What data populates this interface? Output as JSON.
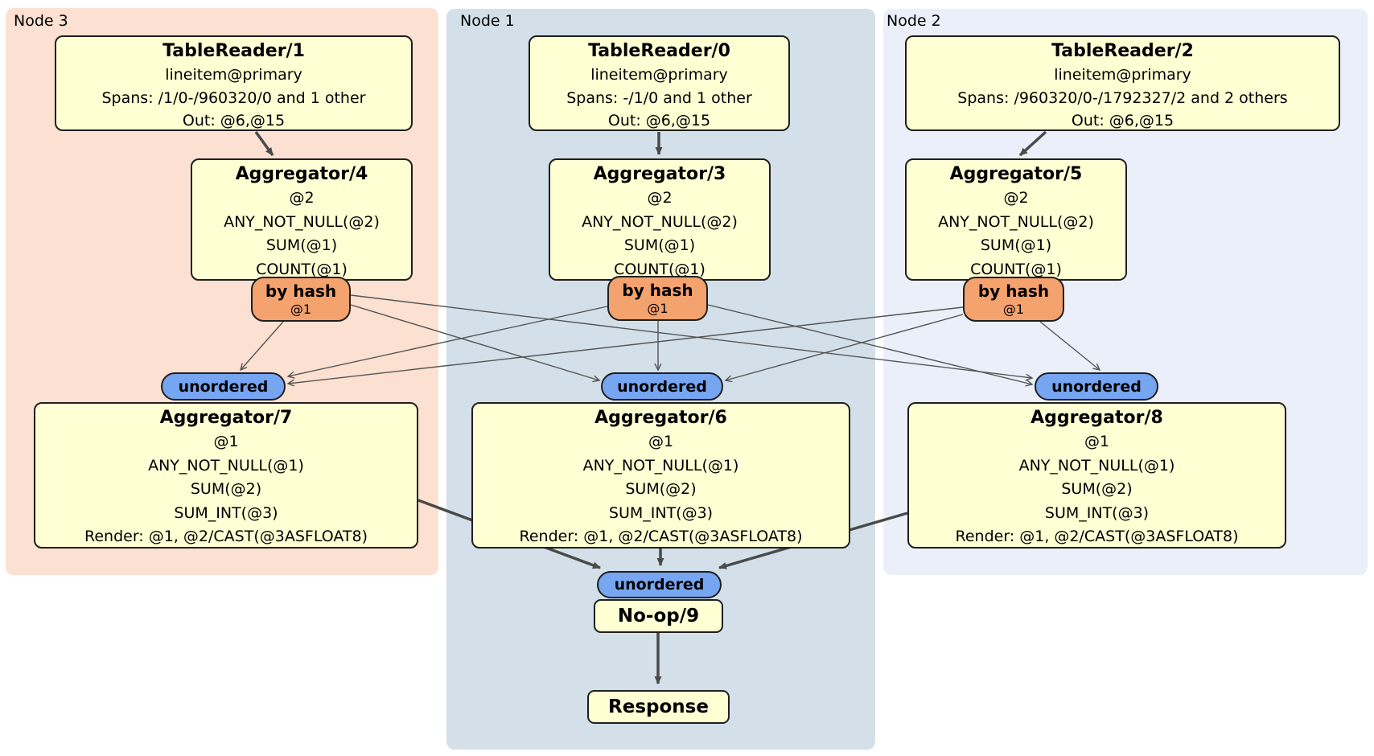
{
  "panels": {
    "node3": {
      "label": "Node 3"
    },
    "node1": {
      "label": "Node 1"
    },
    "node2": {
      "label": "Node 2"
    }
  },
  "nodes": {
    "tr1": {
      "title": "TableReader/1",
      "lines": [
        "lineitem@primary",
        "Spans: /1/0-/960320/0 and 1 other",
        "Out: @6,@15"
      ]
    },
    "tr0": {
      "title": "TableReader/0",
      "lines": [
        "lineitem@primary",
        "Spans: -/1/0 and 1 other",
        "Out: @6,@15"
      ]
    },
    "tr2": {
      "title": "TableReader/2",
      "lines": [
        "lineitem@primary",
        "Spans: /960320/0-/1792327/2 and 2 others",
        "Out: @6,@15"
      ]
    },
    "agg4": {
      "title": "Aggregator/4",
      "lines": [
        "@2",
        "ANY_NOT_NULL(@2)",
        "SUM(@1)",
        "COUNT(@1)"
      ]
    },
    "agg3": {
      "title": "Aggregator/3",
      "lines": [
        "@2",
        "ANY_NOT_NULL(@2)",
        "SUM(@1)",
        "COUNT(@1)"
      ]
    },
    "agg5": {
      "title": "Aggregator/5",
      "lines": [
        "@2",
        "ANY_NOT_NULL(@2)",
        "SUM(@1)",
        "COUNT(@1)"
      ]
    },
    "agg7": {
      "title": "Aggregator/7",
      "lines": [
        "@1",
        "ANY_NOT_NULL(@1)",
        "SUM(@2)",
        "SUM_INT(@3)",
        "Render: @1, @2/CAST(@3ASFLOAT8)"
      ]
    },
    "agg6": {
      "title": "Aggregator/6",
      "lines": [
        "@1",
        "ANY_NOT_NULL(@1)",
        "SUM(@2)",
        "SUM_INT(@3)",
        "Render: @1, @2/CAST(@3ASFLOAT8)"
      ]
    },
    "agg8": {
      "title": "Aggregator/8",
      "lines": [
        "@1",
        "ANY_NOT_NULL(@1)",
        "SUM(@2)",
        "SUM_INT(@3)",
        "Render: @1, @2/CAST(@3ASFLOAT8)"
      ]
    },
    "noop": {
      "title": "No-op/9"
    },
    "response": {
      "title": "Response"
    }
  },
  "router": {
    "label": "by hash",
    "sub": "@1"
  },
  "sync": {
    "label": "unordered"
  },
  "colors": {
    "node3_bg": "#fce0d1",
    "node1_bg": "#d3e0e9",
    "node2_bg": "#eaeffa",
    "process_box_bg": "#ffffd4",
    "router_bg": "#f4a26e",
    "sync_bg": "#76a5f1",
    "box_border": "#1f1f1f",
    "edge": "#4a4a4a"
  }
}
